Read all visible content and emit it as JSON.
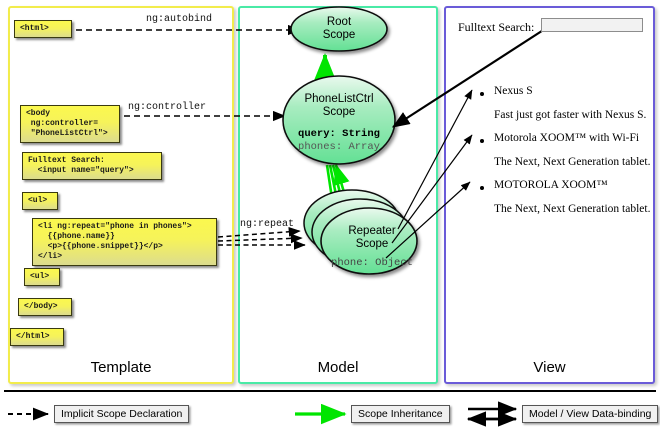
{
  "panels": {
    "template": {
      "label": "Template",
      "border_color": "#f2ec4c"
    },
    "model": {
      "label": "Model",
      "border_color": "#49eaa6"
    },
    "view": {
      "label": "View",
      "border_color": "#6a5bd8"
    }
  },
  "template": {
    "boxes": [
      {
        "name": "html-open",
        "text": "<html>"
      },
      {
        "name": "body-open",
        "text": "<body\n ng:controller=\n \"PhoneListCtrl\">"
      },
      {
        "name": "search-input",
        "text": "Fulltext Search:\n  <input name=\"query\">"
      },
      {
        "name": "ul-open",
        "text": "<ul>"
      },
      {
        "name": "li-repeat",
        "text": "<li ng:repeat=\"phone in phones\">\n  {{phone.name}}\n  <p>{{phone.snippet}}</p>\n</li>"
      },
      {
        "name": "ul-close",
        "text": "<ul>"
      },
      {
        "name": "body-close",
        "text": "</body>"
      },
      {
        "name": "html-close",
        "text": "</html>"
      }
    ]
  },
  "connectors": {
    "autobind": "ng:autobind",
    "controller": "ng:controller",
    "repeat": "ng:repeat"
  },
  "model": {
    "scopes": [
      {
        "name": "root-scope",
        "title_line1": "Root",
        "title_line2": "Scope",
        "props": []
      },
      {
        "name": "phonelistctrl-scope",
        "title_line1": "PhoneListCtrl",
        "title_line2": "Scope",
        "props": [
          {
            "text": "query: String",
            "bold": true
          },
          {
            "text": "phones: Array",
            "bold": false
          }
        ]
      },
      {
        "name": "repeater-scope",
        "title_line1": "Repeater",
        "title_line2": "Scope",
        "props": [
          {
            "text": "phone: Object",
            "bold": false
          }
        ]
      }
    ],
    "fill_top": "#e8f7ec",
    "fill_bottom": "#6ee39a"
  },
  "view": {
    "search_label": "Fulltext Search:",
    "search_value": "",
    "items": [
      {
        "name": "Nexus S",
        "snippet": "Fast just got faster with Nexus S."
      },
      {
        "name": "Motorola XOOM™  with Wi-Fi",
        "snippet": "The Next, Next Generation tablet."
      },
      {
        "name": "MOTOROLA XOOM™",
        "snippet": "The Next, Next Generation tablet."
      }
    ]
  },
  "legend": [
    {
      "name": "implicit-scope-declaration",
      "label": "Implicit Scope Declaration",
      "style": "dashed-black"
    },
    {
      "name": "scope-inheritance",
      "label": "Scope Inheritance",
      "style": "solid-green"
    },
    {
      "name": "model-view-data-binding",
      "label": "Model / View Data-binding",
      "style": "double-black"
    }
  ],
  "colors": {
    "green_arrow": "#00e500",
    "yellow_box": "#fbf84e",
    "scope_green": "#6ee39a"
  }
}
